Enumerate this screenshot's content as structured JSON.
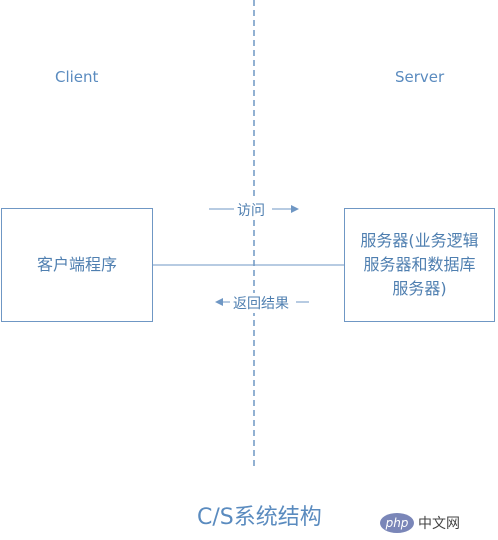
{
  "diagram": {
    "client_label": "Client",
    "server_label": "Server",
    "client_box": "客户端程序",
    "server_box": [
      "服务器(业务逻辑",
      "服务器和数据库",
      "服务器)"
    ],
    "request_label": "访问",
    "response_label": "返回结果",
    "caption": "C/S系统结构"
  },
  "watermark": {
    "logo": "php",
    "text": "中文网"
  },
  "colors": {
    "line": "#6f97c4",
    "text": "#4f7fb0"
  }
}
